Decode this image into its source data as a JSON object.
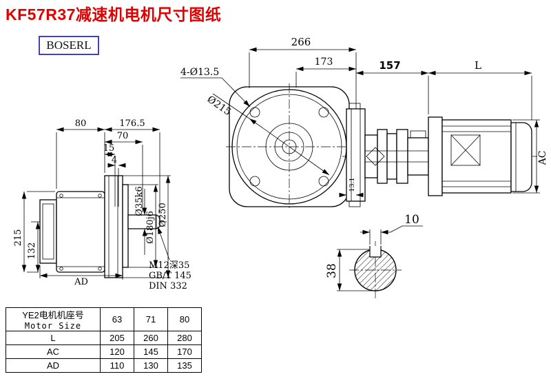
{
  "page": {
    "title": "KF57R37减速机电机尺寸图纸",
    "brand": "BOSERL"
  },
  "colors": {
    "title_red": "#e10000",
    "logo_border_blue": "#4343b0",
    "line": "#000000"
  },
  "side_view": {
    "width_rear": "80",
    "width_total": "176.5",
    "width_front": "70",
    "width_step": "15",
    "width_key": "4",
    "height_total": "215",
    "height_axis": "132",
    "depth_label": "AD",
    "shaft_dia": "Ø35k6",
    "spigot_dia": "Ø180j6",
    "flange_dia": "Ø250",
    "tap_note_1": "M12深35",
    "tap_note_2": "GB/T 145",
    "tap_note_3": "DIN 332"
  },
  "front_view": {
    "width_overall": "266",
    "width_face": "173",
    "bolt_holes": "4-Ø13.5",
    "bolt_circle_dia": "Ø215",
    "length_adapter": "157",
    "length_motor": "L",
    "motor_height": "AC",
    "flange_thickness": "13.1"
  },
  "shaft_section": {
    "keyway_width": "10",
    "diameter": "38"
  },
  "table": {
    "header_cn": "YE2电机机座号",
    "header_en": "Motor Size",
    "sizes": [
      "63",
      "71",
      "80"
    ],
    "rows": [
      {
        "label": "L",
        "values": [
          "205",
          "260",
          "280"
        ]
      },
      {
        "label": "AC",
        "values": [
          "120",
          "145",
          "170"
        ]
      },
      {
        "label": "AD",
        "values": [
          "110",
          "130",
          "135"
        ]
      }
    ]
  }
}
